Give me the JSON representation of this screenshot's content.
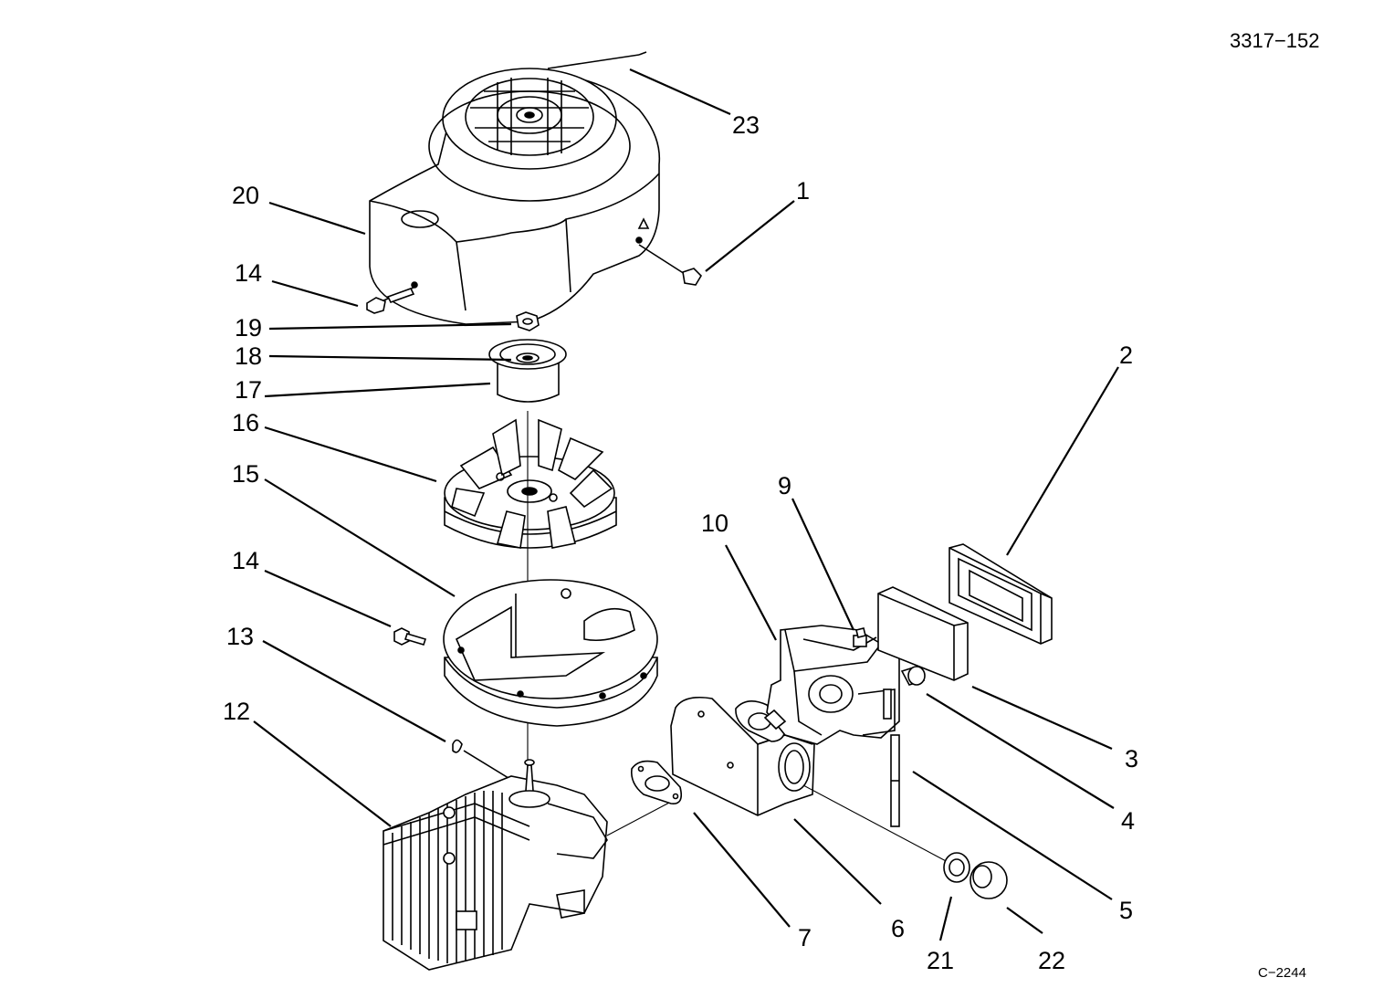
{
  "drawing_number": "3317−152",
  "figure_code": "C−2244",
  "callouts": {
    "c1": "1",
    "c2": "2",
    "c3": "3",
    "c4": "4",
    "c5": "5",
    "c6": "6",
    "c7": "7",
    "c9": "9",
    "c10": "10",
    "c12": "12",
    "c13": "13",
    "c14a": "14",
    "c14b": "14",
    "c15": "15",
    "c16": "16",
    "c17": "17",
    "c18": "18",
    "c19": "19",
    "c20": "20",
    "c21": "21",
    "c22": "22",
    "c23": "23"
  }
}
